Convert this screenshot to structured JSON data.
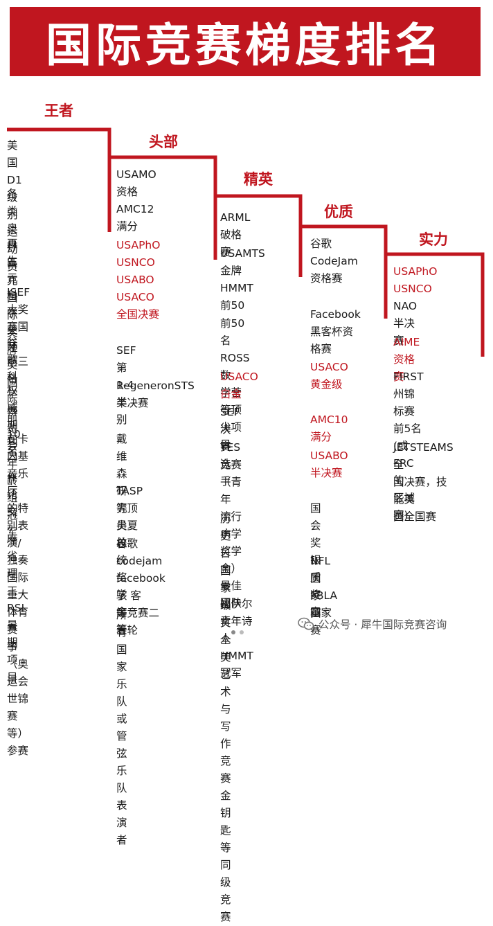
{
  "title": "国际竞赛梯度排名",
  "colors": {
    "accent": "#c0161f",
    "text": "#1a1a1a"
  },
  "tiers": [
    {
      "label": "王者",
      "items": [
        {
          "text": "美国D1级别运动\n员",
          "red": false
        },
        {
          "text": "各类奥林匹克国\n际奖牌",
          "red": false
        },
        {
          "text": "再生元科学天才\n奖国际前10名",
          "red": false
        },
        {
          "text": "ISEF大奖赛国际\n前三名",
          "red": false
        },
        {
          "text": "谷歌科学博览会\n年龄组冠军",
          "red": false
        },
        {
          "text": "权威期刊一作论\n文",
          "red": false
        },
        {
          "text": "在卡内基音乐厅\n的特别表演/独奏\n国际重大体育赛\n事（奥运会世锦\n赛等）参赛",
          "red": false
        },
        {
          "text": "麻省理工RSI暑期\n项目",
          "red": false
        }
      ]
    },
    {
      "label": "头部",
      "items": [
        {
          "text": "USAMO资格",
          "red": false
        },
        {
          "text": "AMC12满分",
          "red": false
        },
        {
          "text": "USAPhO\nUSNCO\nUSABO\nUSACO\n全国决赛",
          "red": true
        },
        {
          "text": "SEF第1-4类别",
          "red": false
        },
        {
          "text": "RegeneronSTS\n半决赛",
          "red": false
        },
        {
          "text": "戴维森研究员\n总统奖学金等",
          "red": false
        },
        {
          "text": "TASP等顶尖夏\n校",
          "red": false
        },
        {
          "text": "谷歌codejam\nfacebook 骇 客\n等竞赛二三轮",
          "red": false
        },
        {
          "text": "所有国家乐队或\n管弦乐队表演者",
          "red": false
        }
      ]
    },
    {
      "label": "精英",
      "items": [
        {
          "text": "ARML破格赛",
          "red": false
        },
        {
          "text": "USAMTS金牌",
          "red": false
        },
        {
          "text": "HMMT 前50",
          "red": false
        },
        {
          "text": "前50名ROSS数\n学营等顶尖项目",
          "red": false
        },
        {
          "text": "USACO白金",
          "red": true
        },
        {
          "text": "SEF决赛选手",
          "red": false
        },
        {
          "text": "YES竞赛（青年\n流行病学奖学\n金）最佳团队",
          "red": false
        },
        {
          "text": "历史日国家级奖\n全美艺术与写作\n竞赛金钥匙等同\n级竞赛",
          "red": false
        },
        {
          "text": "福伊尔青年诗人\nHMMT冠军",
          "red": false
        }
      ]
    },
    {
      "label": "优质",
      "items": [
        {
          "text": "谷歌\nCodeJam\n资格赛",
          "red": false
        },
        {
          "text": "Facebook\n黑客杯资格赛",
          "red": false
        },
        {
          "text": "USACO\n黄金级",
          "red": true
        },
        {
          "text": "AMC10满分",
          "red": true
        },
        {
          "text": "USABO\n半决赛",
          "red": true
        },
        {
          "text": "国会奖银质奖\n章",
          "red": false
        },
        {
          "text": "NFL国家赛",
          "red": false
        },
        {
          "text": "FBLA国家赛",
          "red": false
        }
      ]
    },
    {
      "label": "实力",
      "items": [
        {
          "text": "USAPhO\nUSNCO",
          "red": true
        },
        {
          "text": "NAO半决赛",
          "red": false
        },
        {
          "text": "AIME资格赛",
          "red": true
        },
        {
          "text": "FIRST州锦标赛\n前5名(或FRC的\n区域赛)",
          "red": false
        },
        {
          "text": "JETSTEAMS 全\n国决赛，技能美\n国全国赛",
          "red": false
        }
      ]
    }
  ],
  "watermark": {
    "text": "公众号 · 犀牛国际竞赛咨询",
    "icon": "wechat-icon"
  }
}
